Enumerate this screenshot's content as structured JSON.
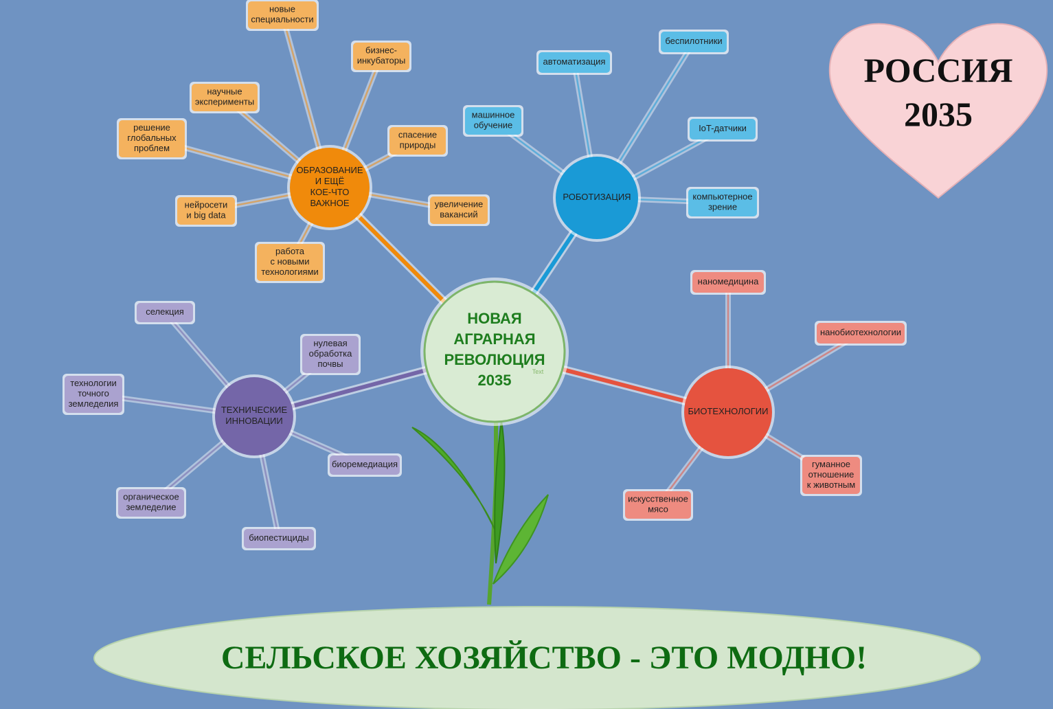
{
  "center": {
    "lines": [
      "НОВАЯ",
      "АГРАРНАЯ",
      "РЕВОЛЮЦИЯ",
      "2035"
    ],
    "note": "Text",
    "color": "#d9ebd3",
    "border": "#7db56a"
  },
  "heart": {
    "lines": [
      "РОССИЯ",
      "2035"
    ],
    "color": "#f9d3d6"
  },
  "slogan": "СЕЛЬСКОЕ ХОЗЯЙСТВО - ЭТО МОДНО!",
  "hubs": [
    {
      "id": "education",
      "lines": [
        "ОБРАЗОВАНИЕ",
        "И ЕЩЁ",
        "КОЕ-ЧТО",
        "ВАЖНОЕ"
      ],
      "color": "#f08a0b",
      "box": "#f4b25e",
      "items": [
        {
          "lines": [
            "новые",
            "специальности"
          ]
        },
        {
          "lines": [
            "бизнес-",
            "инкубаторы"
          ]
        },
        {
          "lines": [
            "научные",
            "эксперименты"
          ]
        },
        {
          "lines": [
            "спасение",
            "природы"
          ]
        },
        {
          "lines": [
            "решение",
            "глобальных",
            "проблем"
          ]
        },
        {
          "lines": [
            "нейросети",
            "и big data"
          ]
        },
        {
          "lines": [
            "увеличение",
            "вакансий"
          ]
        },
        {
          "lines": [
            "работа",
            "с новыми",
            "технологиями"
          ]
        }
      ]
    },
    {
      "id": "robotics",
      "lines": [
        "РОБОТИЗАЦИЯ"
      ],
      "color": "#1a9ad6",
      "box": "#5bbde6",
      "items": [
        {
          "lines": [
            "автоматизация"
          ]
        },
        {
          "lines": [
            "беспилотники"
          ]
        },
        {
          "lines": [
            "машинное",
            "обучение"
          ]
        },
        {
          "lines": [
            "IoT-датчики"
          ]
        },
        {
          "lines": [
            "компьютерное",
            "зрение"
          ]
        }
      ]
    },
    {
      "id": "tech",
      "lines": [
        "ТЕХНИЧЕСКИЕ",
        "ИННОВАЦИИ"
      ],
      "color": "#7466a8",
      "box": "#aaa2cf",
      "items": [
        {
          "lines": [
            "селекция"
          ]
        },
        {
          "lines": [
            "нулевая",
            "обработка",
            "почвы"
          ]
        },
        {
          "lines": [
            "технологии",
            "точного",
            "земледелия"
          ]
        },
        {
          "lines": [
            "биоремедиация"
          ]
        },
        {
          "lines": [
            "органическое",
            "земледелие"
          ]
        },
        {
          "lines": [
            "биопестициды"
          ]
        }
      ]
    },
    {
      "id": "bio",
      "lines": [
        "БИОТЕХНОЛОГИИ"
      ],
      "color": "#e5533f",
      "box": "#ee8b80",
      "items": [
        {
          "lines": [
            "наномедицина"
          ]
        },
        {
          "lines": [
            "нанобиотехнологии"
          ]
        },
        {
          "lines": [
            "гуманное",
            "отношение",
            "к животным"
          ]
        },
        {
          "lines": [
            "искусственное",
            "мясо"
          ]
        }
      ]
    }
  ]
}
